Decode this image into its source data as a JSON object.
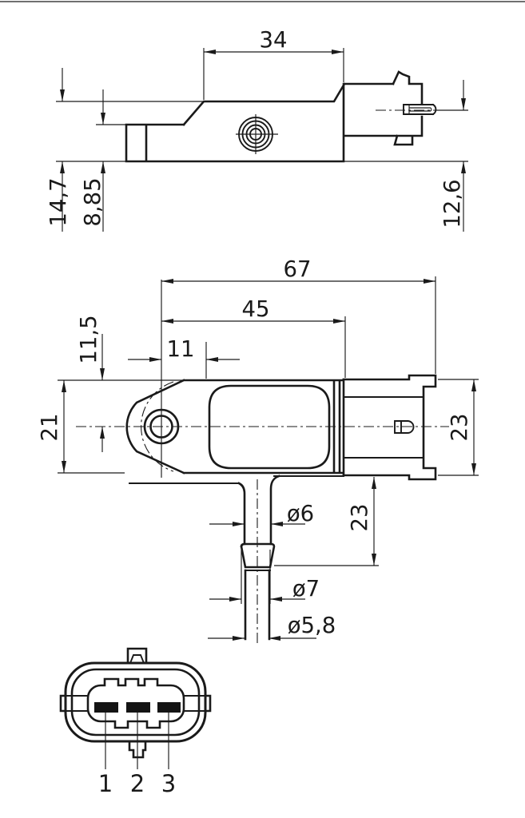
{
  "figure": {
    "background": "#ffffff",
    "line_color": "#1a1a1a",
    "side_view": {
      "dims": {
        "top_width": "34",
        "total_height": "14,7",
        "flange_height": "8,85",
        "pin_height": "12,6"
      }
    },
    "plan_view": {
      "dims": {
        "overall_length": "67",
        "body_length": "45",
        "hole_edge_offset": "11",
        "hole_top_offset": "11,5",
        "lug_width": "21",
        "connector_width": "23",
        "port_length": "23",
        "port_stem_dia": "ø6",
        "port_barb_dia": "ø7",
        "port_tip_dia": "ø5,8"
      }
    },
    "connector_view": {
      "pin_labels": [
        "1",
        "2",
        "3"
      ]
    }
  }
}
